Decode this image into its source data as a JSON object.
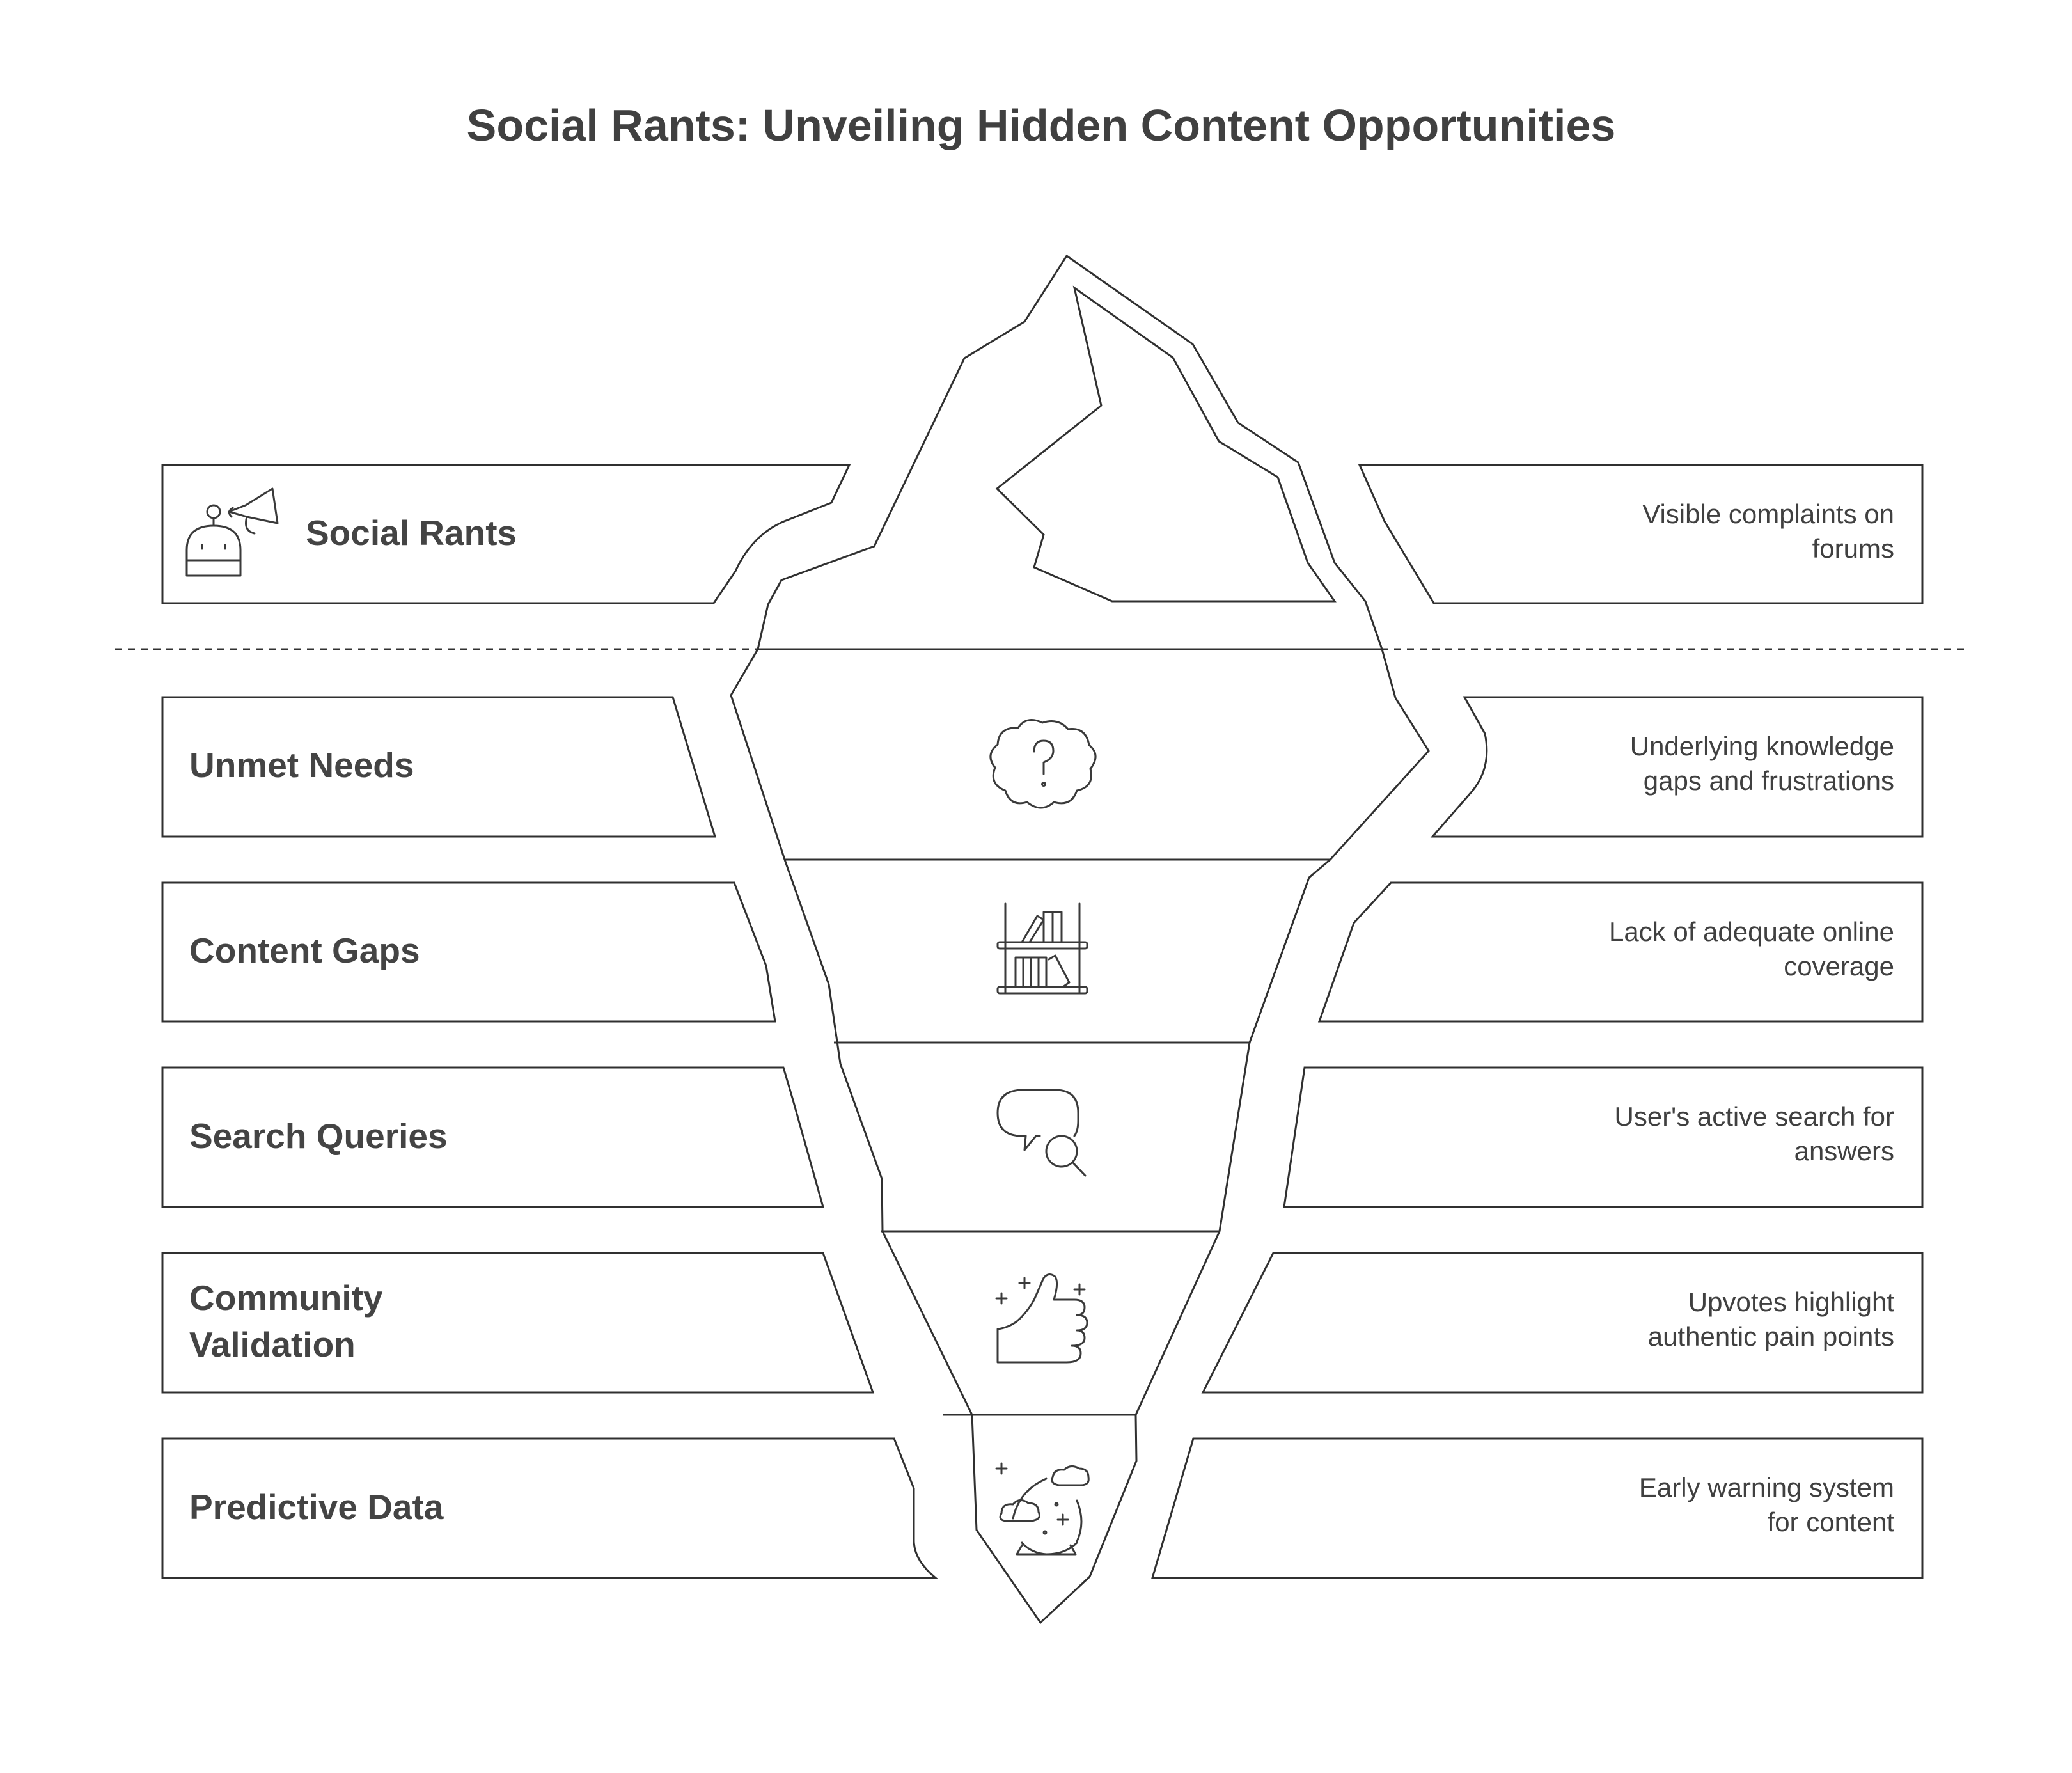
{
  "title": "Social Rants: Unveiling Hidden Content Opportunities",
  "layers": [
    {
      "label": "Social Rants",
      "icon": "megaphone-robot-icon",
      "description": [
        "Visible complaints on",
        "forums"
      ]
    },
    {
      "label": "Unmet Needs",
      "icon": "question-cloud-icon",
      "description": [
        "Underlying knowledge",
        "gaps and frustrations"
      ]
    },
    {
      "label": "Content Gaps",
      "icon": "bookshelf-icon",
      "description": [
        "Lack of adequate online",
        "coverage"
      ]
    },
    {
      "label": "Search Queries",
      "icon": "chat-search-icon",
      "description": [
        "User's active search for",
        "answers"
      ]
    },
    {
      "label_lines": [
        "Community",
        "Validation"
      ],
      "icon": "thumbs-up-icon",
      "description": [
        "Upvotes highlight",
        "authentic pain points"
      ]
    },
    {
      "label": "Predictive Data",
      "icon": "crystal-ball-icon",
      "description": [
        "Early warning system",
        "for content"
      ]
    }
  ],
  "colors": {
    "stroke": "#303030",
    "text": "#404040",
    "background": "#ffffff"
  }
}
